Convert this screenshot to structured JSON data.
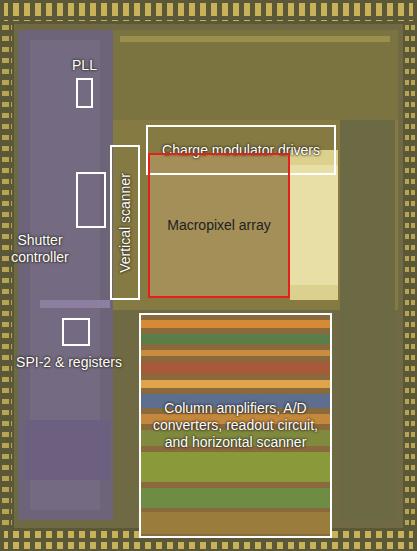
{
  "diagram": {
    "nodes": [
      {
        "text": [
          "PLL"
        ]
      },
      {
        "text": [
          "Charge modulator drivers"
        ]
      },
      {
        "text": [
          "Vertical scanner"
        ]
      },
      {
        "text": [
          "Shutter controller"
        ]
      },
      {
        "text": [
          "Macropixel array"
        ]
      },
      {
        "text": [
          "SPI-2 & registers"
        ]
      },
      {
        "text": [
          "Column amplifiers, A/D converters, readout circuit, and horizontal scanner"
        ]
      }
    ]
  }
}
